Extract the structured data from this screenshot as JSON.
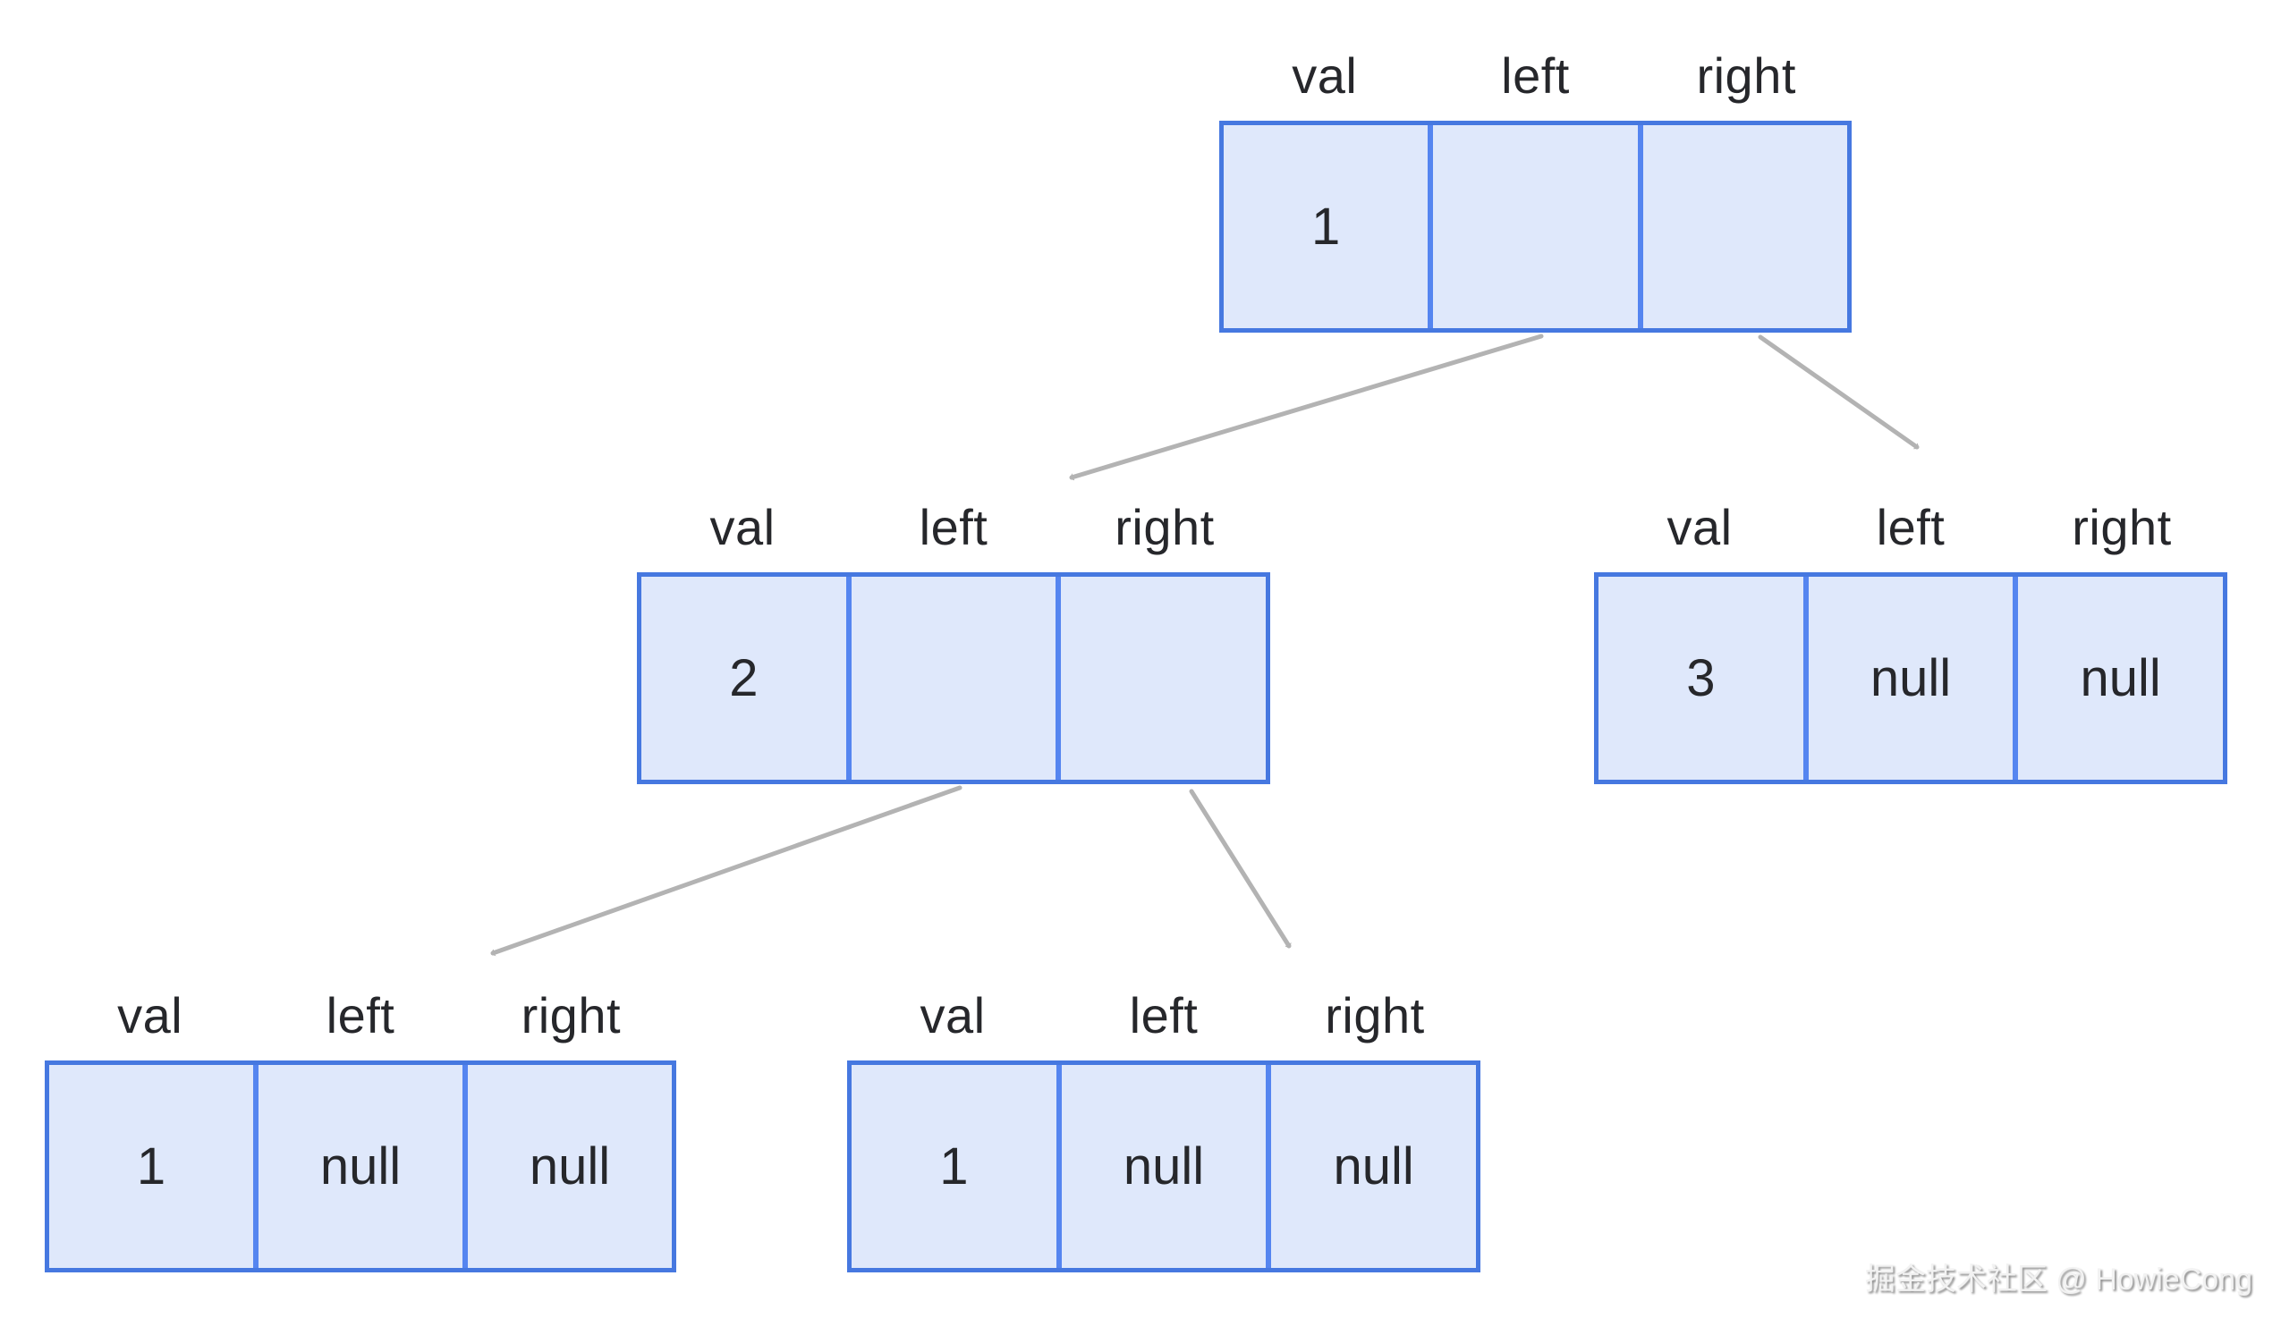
{
  "diagram": {
    "description": "binary tree node structure diagram",
    "headers": [
      "val",
      "left",
      "right"
    ],
    "nodes": [
      {
        "id": "root",
        "val": "1",
        "left": "",
        "right": ""
      },
      {
        "id": "left-child",
        "val": "2",
        "left": "",
        "right": ""
      },
      {
        "id": "right-child",
        "val": "3",
        "left": "null",
        "right": "null"
      },
      {
        "id": "left-left-leaf",
        "val": "1",
        "left": "null",
        "right": "null"
      },
      {
        "id": "left-right-leaf",
        "val": "1",
        "left": "null",
        "right": "null"
      }
    ],
    "edges": [
      {
        "from": "root",
        "to": "left-child"
      },
      {
        "from": "root",
        "to": "right-child"
      },
      {
        "from": "left-child",
        "to": "left-left-leaf"
      },
      {
        "from": "left-child",
        "to": "left-right-leaf"
      }
    ],
    "colors": {
      "box_border": "#4678e0",
      "cell_divider": "#5585f0",
      "box_fill": "#dfe8fb",
      "text": "#26272b",
      "arrow": "#b3b3b3"
    }
  },
  "watermark": {
    "text": "掘金技术社区 @ HowieCong"
  }
}
